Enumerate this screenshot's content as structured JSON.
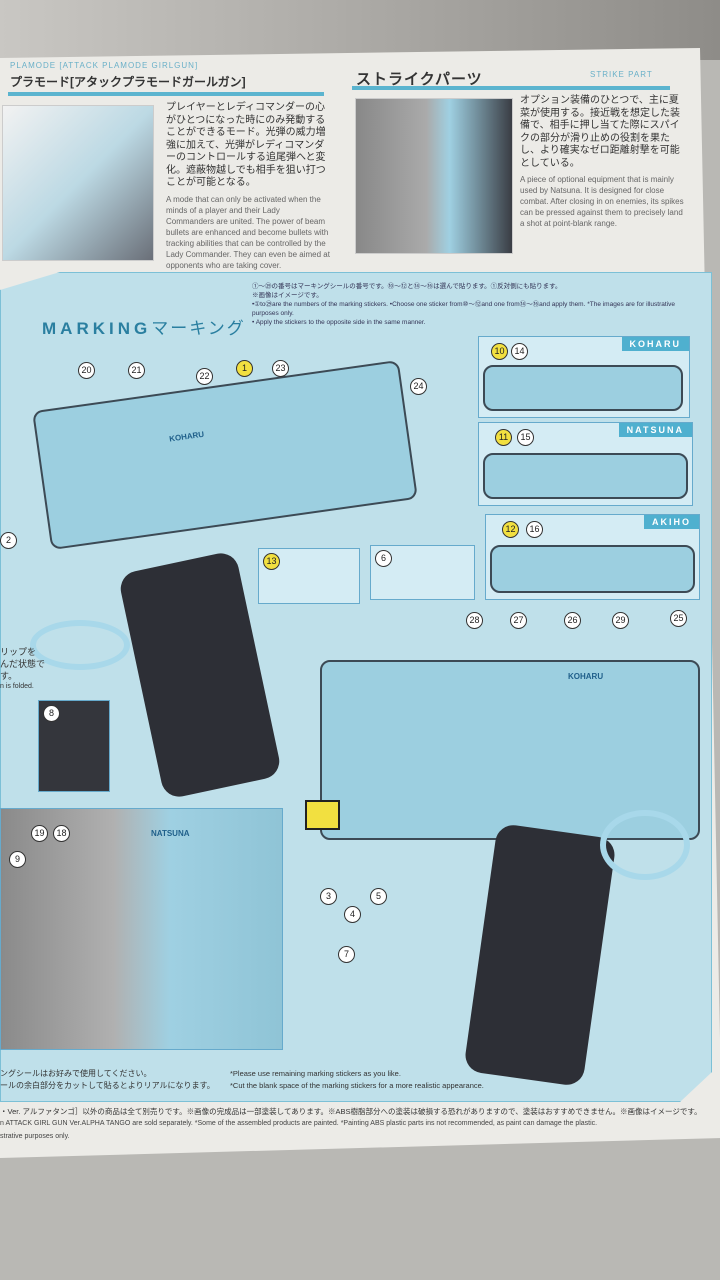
{
  "plamode": {
    "title": "プラモード[アタックプラモードガールガン]",
    "subtitle": "PLAMODE [ATTACK PLAMODE GIRLGUN]",
    "jp": "プレイヤーとレディコマンダーの心がひとつになった時にのみ発動することができるモード。光弾の威力増強に加えて、光弾がレディコマンダーのコントロールする追尾弾へと変化。遮蔽物越しでも相手を狙い打つことが可能となる。",
    "en": "A mode that can only be activated when the minds of a player and their Lady Commanders are united. The power of beam bullets are enhanced and become bullets with tracking abilities that can be controlled by the Lady Commander. They can even be aimed at opponents who are taking cover."
  },
  "strike": {
    "title": "ストライクパーツ",
    "subtitle": "STRIKE PART",
    "jp": "オプション装備のひとつで、主に夏菜が使用する。接近戦を想定した装備で、相手に押し当てた際にスパイクの部分が滑り止めの役割を果たし、より確実なゼロ距離射撃を可能としている。",
    "en": "A piece of optional equipment that is mainly used by Natsuna. It is designed for close combat. After closing in on enemies, its spikes can be pressed against them to precisely land a shot at point-blank range."
  },
  "marking": {
    "title": "MARKING",
    "title_jp": "マーキング",
    "notes": [
      "①〜㉙の番号はマーキングシールの番号です。⑩〜⑫と⑭〜⑯は選んで貼ります。①反対側にも貼ります。",
      "※画像はイメージです。",
      "•①to㉙are the numbers of the marking stickers. •Choose one sticker from⑩〜⑫and one from⑭〜⑯and apply them. *The images are for illustrative purposes only.",
      "• Apply the stickers to the opposite side in the same manner."
    ],
    "variants": [
      {
        "name": "KOHARU",
        "nums": [
          "10",
          "14"
        ]
      },
      {
        "name": "NATSUNA",
        "nums": [
          "11",
          "15"
        ]
      },
      {
        "name": "AKIHO",
        "nums": [
          "12",
          "16"
        ]
      }
    ],
    "callouts_top": [
      "20",
      "21",
      "22",
      "1",
      "23",
      "24"
    ],
    "callout_2": "2",
    "callout_13": "13",
    "callout_6": "6",
    "callout_8": "8",
    "callouts_right": [
      "28",
      "27",
      "26",
      "29",
      "25"
    ],
    "callouts_front": [
      "3",
      "4",
      "5",
      "7"
    ],
    "callouts_strike": [
      "19",
      "18",
      "9"
    ],
    "gun_label_1": "KOHARU",
    "gun_label_2": "NATSUNA",
    "side_jp": [
      "リップを",
      "んだ状態で",
      "す。"
    ],
    "side_en": "n is folded.",
    "remain_jp": [
      "ングシールはお好みで使用してください。",
      "ールの余白部分をカットして貼るとよりリアルになります。"
    ],
    "remain_en": [
      "*Please use remaining marking stickers as you like.",
      "*Cut the blank space of the marking stickers for a more realistic appearance."
    ]
  },
  "footer": {
    "jp": "・Ver. アルファタンゴ］以外の商品は全て別売りです。※画像の完成品は一部塗装してあります。※ABS樹脂部分への塗装は破損する恐れがありますので、塗装はおすすめできません。※画像はイメージです。",
    "en1": "n ATTACK GIRL GUN Ver.ALPHA TANGO are sold separately. *Some of the assembled products are painted. *Painting ABS plastic parts ins not recommended, as paint can damage the plastic.",
    "en2": "strative purposes only."
  }
}
